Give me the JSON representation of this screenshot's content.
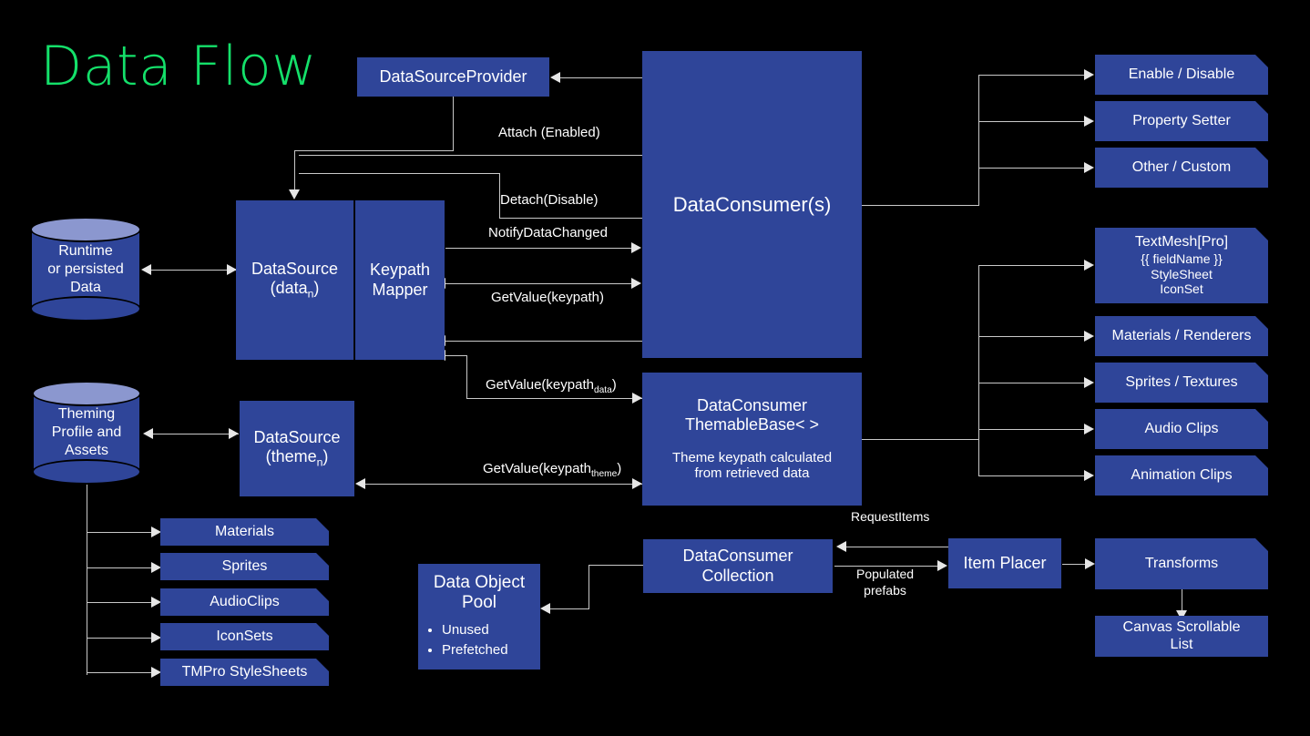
{
  "title": "Data Flow",
  "colors": {
    "box_fill": "#2F4599",
    "title_green": "#14E06A",
    "connector": "#C9C9C9",
    "cylinder_top": "#8B97CF",
    "background": "#000000",
    "text": "#FFFFFF"
  },
  "nodes": {
    "data_source_provider": "DataSourceProvider",
    "data_consumers": "DataConsumer(s)",
    "datasource_data_line1": "DataSource",
    "datasource_data_line2": "(data",
    "datasource_data_sub": "n",
    "datasource_data_line3": ")",
    "keypath_mapper_line1": "Keypath",
    "keypath_mapper_line2": "Mapper",
    "datasource_theme_line1": "DataSource",
    "datasource_theme_line2": "(theme",
    "datasource_theme_sub": "n",
    "datasource_theme_line3": ")",
    "themable_base_line1": "DataConsumer",
    "themable_base_line2": "ThemableBase< >",
    "themable_base_note1": "Theme keypath calculated",
    "themable_base_note2": "from retrieved data",
    "consumer_collection_line1": "DataConsumer",
    "consumer_collection_line2": "Collection",
    "item_placer": "Item Placer",
    "data_object_pool_title1": "Data Object",
    "data_object_pool_title2": "Pool",
    "data_object_pool_items": [
      "Unused",
      "Prefetched"
    ]
  },
  "cylinders": [
    {
      "name": "runtime-data",
      "lines": [
        "Runtime",
        "or persisted",
        "Data"
      ]
    },
    {
      "name": "theming-assets",
      "lines": [
        "Theming",
        "Profile and",
        "Assets"
      ]
    }
  ],
  "consumer_targets": [
    {
      "label": "Enable / Disable"
    },
    {
      "label": "Property Setter"
    },
    {
      "label": "Other / Custom"
    }
  ],
  "themable_targets": [
    {
      "lines": [
        "TextMesh[Pro]",
        "{{ fieldName }}",
        "StyleSheet",
        "IconSet"
      ]
    },
    {
      "lines": [
        "Materials / Renderers"
      ]
    },
    {
      "lines": [
        "Sprites / Textures"
      ]
    },
    {
      "lines": [
        "Audio Clips"
      ]
    },
    {
      "lines": [
        "Animation Clips"
      ]
    }
  ],
  "asset_targets": [
    {
      "label": "Materials"
    },
    {
      "label": "Sprites"
    },
    {
      "label": "AudioClips"
    },
    {
      "label": "IconSets"
    },
    {
      "label": "TMPro StyleSheets"
    }
  ],
  "placer_targets": {
    "transforms": "Transforms",
    "canvas_list_line1": "Canvas Scrollable",
    "canvas_list_line2": "List"
  },
  "edge_labels": {
    "attach": "Attach (Enabled)",
    "detach": "Detach(Disable)",
    "notify": "NotifyDataChanged",
    "get_value_keypath": "GetValue(keypath)",
    "get_value_data_pre": "GetValue(keypath",
    "get_value_data_sub": "data",
    "get_value_data_post": ")",
    "get_value_theme_pre": "GetValue(keypath",
    "get_value_theme_sub": "theme",
    "get_value_theme_post": ")",
    "request_items": "RequestItems",
    "populated_prefabs_line1": "Populated",
    "populated_prefabs_line2": "prefabs"
  }
}
